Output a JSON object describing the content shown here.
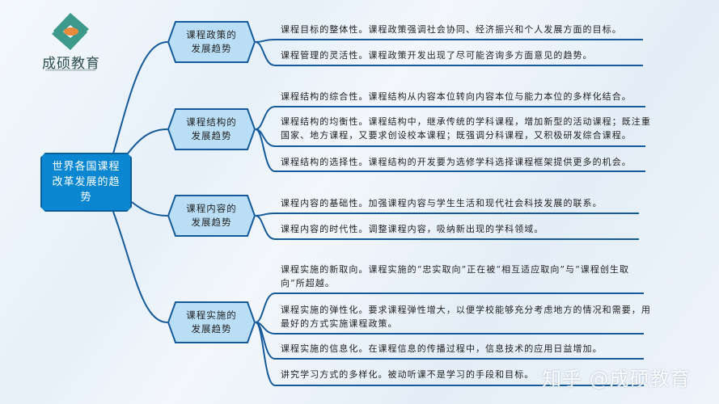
{
  "logo": {
    "name": "成硕教育",
    "colors": {
      "teal": "#3d9a8a",
      "orange": "#e88a3a"
    }
  },
  "root": {
    "label": "世界各国课程改革发展的趋势",
    "color": "#0a87d0"
  },
  "branches": [
    {
      "label": "课程政策的发展趋势",
      "leaves": [
        "课程目标的整体性。课程政策强调社会协同、经济振兴和个人发展方面的目标。",
        "课程管理的灵活性。课程政策开发出现了尽可能咨询多方面意见的趋势。"
      ]
    },
    {
      "label": "课程结构的发展趋势",
      "leaves": [
        "课程结构的综合性。课程结构从内容本位转向内容本位与能力本位的多样化结合。",
        "课程结构的均衡性。课程结构中，继承传统的学科课程，增加新型的活动课程；既注重国家、地方课程，又要求创设校本课程；既强调分科课程，又积极研发综合课程。",
        "课程结构的选择性。课程结构的开发要为选修学科选择课程框架提供更多的机会。"
      ]
    },
    {
      "label": "课程内容的发展趋势",
      "leaves": [
        "课程内容的基础性。加强课程内容与学生生活和现代社会科技发展的联系。",
        "课程内容的时代性。调整课程内容，吸纳新出现的学科领域。"
      ]
    },
    {
      "label": "课程实施的发展趋势",
      "leaves": [
        "课程实施的新取向。课程实施的“忠实取向”正在被“相互适应取向”与“课程创生取向”所超越。",
        "课程实施的弹性化。要求课程弹性增大，以便学校能够充分考虑地方的情况和需要，用最好的方式实施课程政策。",
        "课程实施的信息化。在课程信息的传播过程中，信息技术的应用日益增加。",
        "讲究学习方式的多样化。被动听课不是学习的手段和目标。"
      ]
    }
  ],
  "watermark": "知乎 @成硕教育",
  "colors": {
    "line": "#155a9a",
    "branch_fill": "#b9def5"
  }
}
